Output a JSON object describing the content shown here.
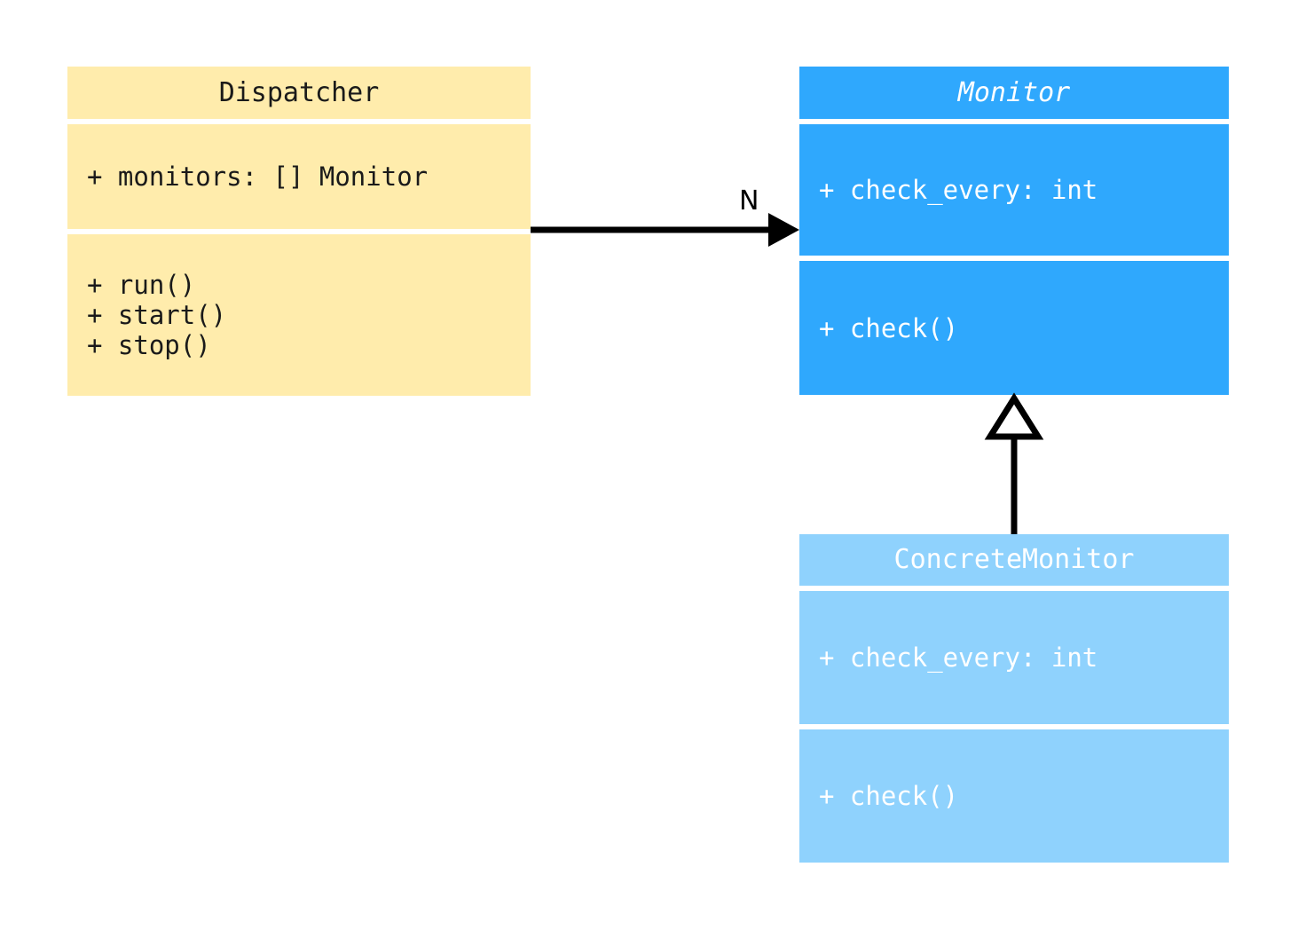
{
  "diagram": {
    "title": "UML Class Diagram",
    "background_color": "#ffffff",
    "type": "uml-class-diagram"
  },
  "classes": [
    {
      "id": "dispatcher",
      "name": "Dispatcher",
      "stereotype": "concrete",
      "abstract": false,
      "fill_color": "#ffecac",
      "text_color": "#1a1a1a",
      "attributes": [
        "+ monitors: [] Monitor"
      ],
      "methods": [
        "+ run()",
        "+ start()",
        "+ stop()"
      ]
    },
    {
      "id": "monitor",
      "name": "Monitor",
      "stereotype": "abstract",
      "abstract": true,
      "fill_color": "#2fa8fd",
      "text_color": "#ffffff",
      "attributes": [
        "+ check_every: int"
      ],
      "methods": [
        "+ check()"
      ]
    },
    {
      "id": "concrete_monitor",
      "name": "ConcreteMonitor",
      "stereotype": "concrete",
      "abstract": false,
      "fill_color": "#8fd2fd",
      "text_color": "#ffffff",
      "attributes": [
        "+ check_every: int"
      ],
      "methods": [
        "+ check()"
      ]
    }
  ],
  "relationships": [
    {
      "id": "dispatcher-monitor",
      "kind": "association",
      "from": "Dispatcher",
      "to": "Monitor",
      "label": "N",
      "arrow_style": "filled-triangle",
      "line_style": "solid",
      "color": "#000000"
    },
    {
      "id": "concrete-monitor-inherits",
      "kind": "generalization",
      "from": "ConcreteMonitor",
      "to": "Monitor",
      "label": "",
      "arrow_style": "hollow-triangle",
      "line_style": "solid",
      "color": "#000000"
    }
  ]
}
